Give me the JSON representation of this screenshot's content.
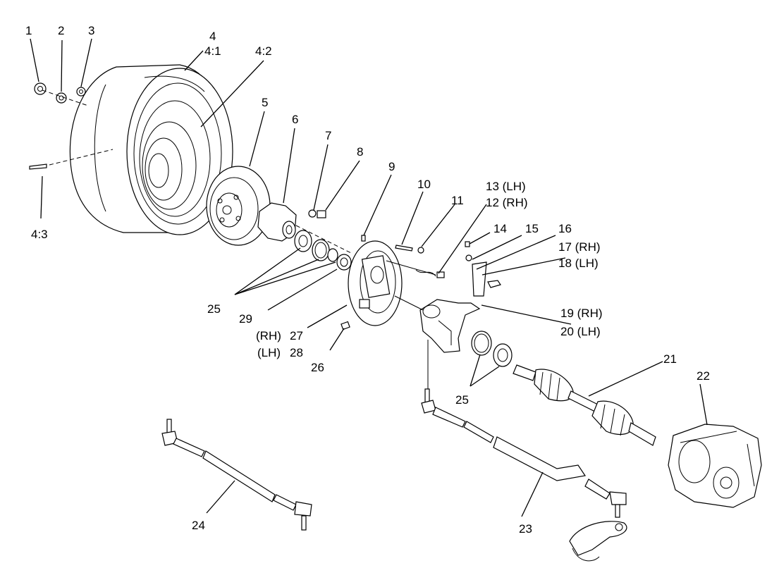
{
  "callouts": [
    {
      "id": "1",
      "text": "1"
    },
    {
      "id": "2",
      "text": "2"
    },
    {
      "id": "3",
      "text": "3"
    },
    {
      "id": "4",
      "text": "4"
    },
    {
      "id": "4_1",
      "text": "4:1"
    },
    {
      "id": "4_2",
      "text": "4:2"
    },
    {
      "id": "4_3",
      "text": "4:3"
    },
    {
      "id": "5",
      "text": "5"
    },
    {
      "id": "6",
      "text": "6"
    },
    {
      "id": "7",
      "text": "7"
    },
    {
      "id": "8",
      "text": "8"
    },
    {
      "id": "9",
      "text": "9"
    },
    {
      "id": "10",
      "text": "10"
    },
    {
      "id": "11",
      "text": "11"
    },
    {
      "id": "13",
      "text": "13 (LH)"
    },
    {
      "id": "12",
      "text": "12 (RH)"
    },
    {
      "id": "14",
      "text": "14"
    },
    {
      "id": "15",
      "text": "15"
    },
    {
      "id": "16",
      "text": "16"
    },
    {
      "id": "17",
      "text": "17 (RH)"
    },
    {
      "id": "18",
      "text": "18 (LH)"
    },
    {
      "id": "19",
      "text": "19 (RH)"
    },
    {
      "id": "20",
      "text": "20 (LH)"
    },
    {
      "id": "21",
      "text": "21"
    },
    {
      "id": "22",
      "text": "22"
    },
    {
      "id": "23",
      "text": "23"
    },
    {
      "id": "24",
      "text": "24"
    },
    {
      "id": "25a",
      "text": "25"
    },
    {
      "id": "25b",
      "text": "25"
    },
    {
      "id": "26",
      "text": "26"
    },
    {
      "id": "27rh",
      "text": "(RH)"
    },
    {
      "id": "27",
      "text": "27"
    },
    {
      "id": "28lh",
      "text": "(LH)"
    },
    {
      "id": "28",
      "text": "28"
    },
    {
      "id": "29",
      "text": "29"
    }
  ]
}
